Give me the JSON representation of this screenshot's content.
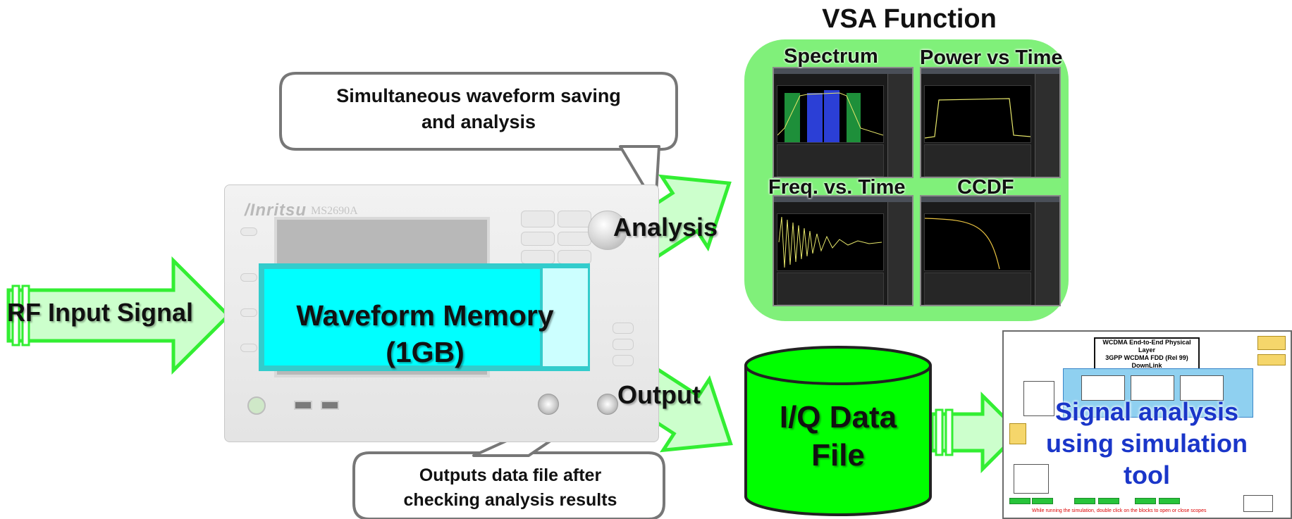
{
  "vsa": {
    "title": "VSA Function",
    "screens": [
      {
        "label": "Spectrum"
      },
      {
        "label": "Power vs Time"
      },
      {
        "label": "Freq. vs. Time"
      },
      {
        "label": "CCDF"
      }
    ]
  },
  "input": {
    "label": "RF Input Signal"
  },
  "memory": {
    "line1": "Waveform Memory",
    "line2": "(1GB)"
  },
  "instrument": {
    "brand": "/Inritsu",
    "model": "MS2690A"
  },
  "callout_top": {
    "line1": "Simultaneous waveform saving",
    "line2": "and analysis"
  },
  "callout_bottom": {
    "line1": "Outputs data file after",
    "line2": "checking analysis results"
  },
  "arrows": {
    "analysis": "Analysis",
    "output": "Output"
  },
  "iq_file": {
    "line1": "I/Q Data",
    "line2": "File"
  },
  "simulation": {
    "text_line1": "Signal analysis",
    "text_line2": "using simulation",
    "text_line3": "tool",
    "screenshot_title_line1": "WCDMA End-to-End Physical Layer",
    "screenshot_title_line2": "3GPP WCDMA FDD (Rel 99) DownLink",
    "screenshot_footer": "While running the simulation, double click on the blocks to open or close scopes"
  },
  "colors": {
    "arrow_fill": "#ccffcc",
    "arrow_stroke": "#33ee33",
    "vsa_panel": "#80f07a",
    "memory_fill": "#00ffff",
    "memory_border": "#33cccc",
    "iq_cylinder": "#00ff00",
    "sim_text": "#1a36c9"
  }
}
